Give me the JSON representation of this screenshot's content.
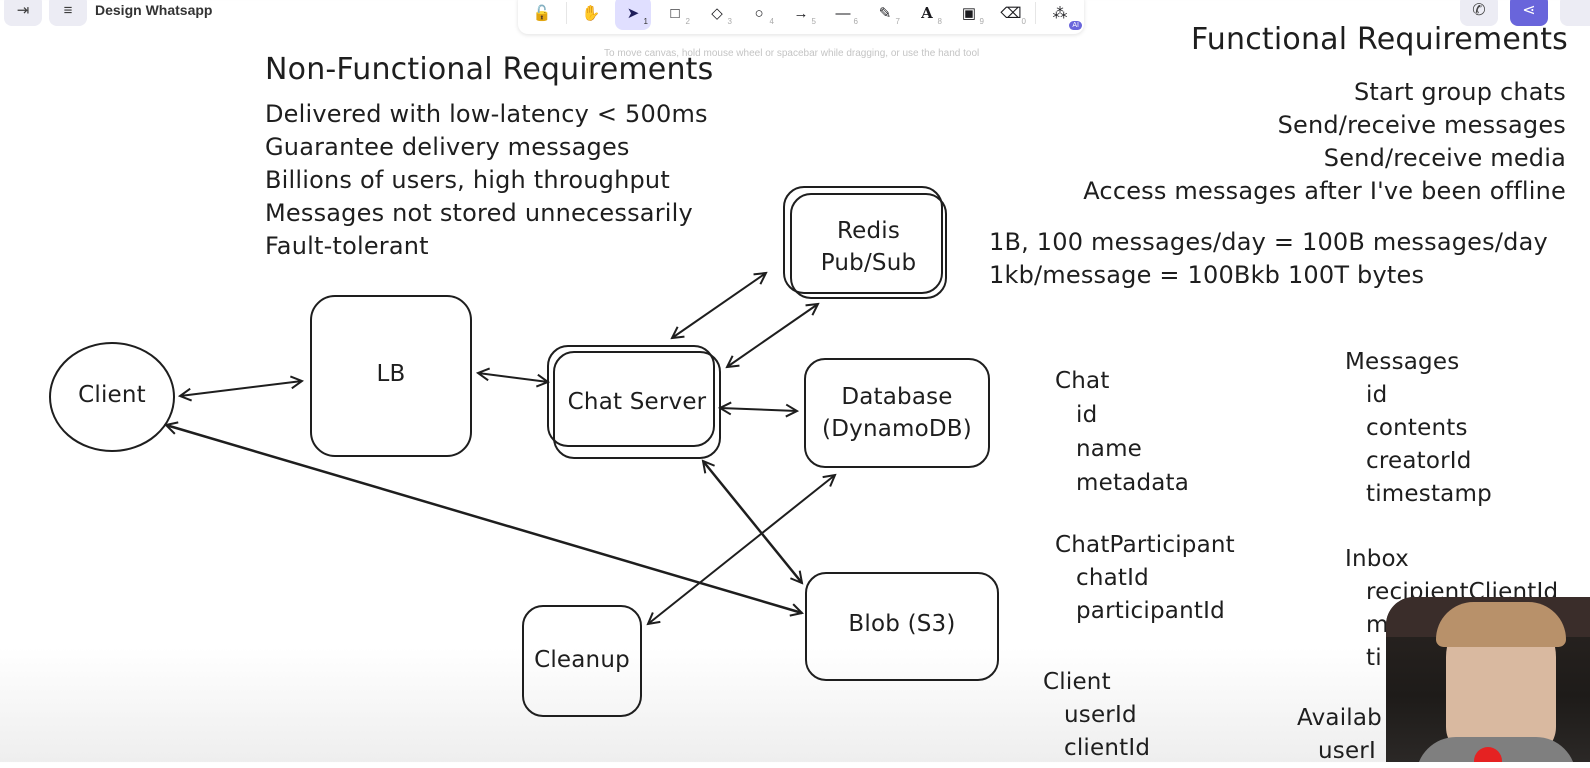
{
  "app": {
    "title": "Design Whatsapp",
    "sidebar_toggle_icon": "sidebar-toggle-icon",
    "menu_icon": "hamburger-menu-icon"
  },
  "toolbar": {
    "tools": [
      {
        "name": "lock",
        "glyph": "🔓",
        "key": ""
      },
      {
        "name": "hand",
        "glyph": "✋",
        "key": ""
      },
      {
        "name": "selection",
        "glyph": "➤",
        "key": "1",
        "active": true
      },
      {
        "name": "rectangle",
        "glyph": "□",
        "key": "2"
      },
      {
        "name": "diamond",
        "glyph": "◇",
        "key": "3"
      },
      {
        "name": "ellipse",
        "glyph": "○",
        "key": "4"
      },
      {
        "name": "arrow",
        "glyph": "→",
        "key": "5"
      },
      {
        "name": "line",
        "glyph": "—",
        "key": "6"
      },
      {
        "name": "pencil",
        "glyph": "✎",
        "key": "7"
      },
      {
        "name": "text",
        "glyph": "A",
        "key": "8"
      },
      {
        "name": "image",
        "glyph": "▣",
        "key": "9"
      },
      {
        "name": "eraser",
        "glyph": "⌫",
        "key": "0"
      },
      {
        "name": "more-shapes",
        "glyph": "⁂",
        "key": ""
      }
    ],
    "ai_badge": "AI",
    "hint": "To move canvas, hold mouse wheel or spacebar while dragging, or use the hand tool"
  },
  "header_right": {
    "call_icon": "phone-icon",
    "share_icon": "share-icon",
    "share_color": "#6965db"
  },
  "non_functional": {
    "heading": "Non-Functional Requirements",
    "items": [
      "Delivered with low-latency < 500ms",
      "Guarantee delivery messages",
      "Billions of users, high throughput",
      "Messages not stored unnecessarily",
      "Fault-tolerant"
    ]
  },
  "functional": {
    "heading": "Functional Requirements",
    "items": [
      "Start group chats",
      "Send/receive messages",
      "Send/receive media",
      "Access messages after I've been offline"
    ]
  },
  "estimates": [
    "1B, 100 messages/day = 100B messages/day",
    "1kb/message = 100Bkb 100T bytes"
  ],
  "diagram": {
    "nodes": {
      "client": "Client",
      "lb": "LB",
      "chat_server": "Chat Server",
      "redis": [
        "Redis",
        "Pub/Sub"
      ],
      "database": [
        "Database",
        "(DynamoDB)"
      ],
      "blob": "Blob (S3)",
      "cleanup": "Cleanup"
    },
    "edges": [
      {
        "from": "client",
        "to": "lb",
        "type": "bidirectional"
      },
      {
        "from": "lb",
        "to": "chat_server",
        "type": "bidirectional"
      },
      {
        "from": "chat_server",
        "to": "redis",
        "type": "bidirectional"
      },
      {
        "from": "chat_server",
        "to": "redis",
        "type": "bidirectional"
      },
      {
        "from": "chat_server",
        "to": "database",
        "type": "bidirectional"
      },
      {
        "from": "chat_server",
        "to": "blob",
        "type": "bidirectional"
      },
      {
        "from": "client",
        "to": "blob",
        "type": "bidirectional"
      },
      {
        "from": "cleanup",
        "to": "database",
        "type": "bidirectional"
      }
    ]
  },
  "schema": {
    "chat": {
      "name": "Chat",
      "fields": [
        "id",
        "name",
        "metadata"
      ]
    },
    "chat_participant": {
      "name": "ChatParticipant",
      "fields": [
        "chatId",
        "participantId"
      ]
    },
    "client": {
      "name": "Client",
      "fields": [
        "userId",
        "clientId"
      ]
    },
    "messages": {
      "name": "Messages",
      "fields": [
        "id",
        "contents",
        "creatorId",
        "timestamp"
      ]
    },
    "inbox": {
      "name": "Inbox",
      "fields": [
        "recipientClientId",
        "m",
        "ti"
      ]
    },
    "availability": {
      "name": "Availab",
      "fields": [
        "userI"
      ]
    }
  },
  "overlay": {
    "webcam_label": "presenter-webcam"
  }
}
